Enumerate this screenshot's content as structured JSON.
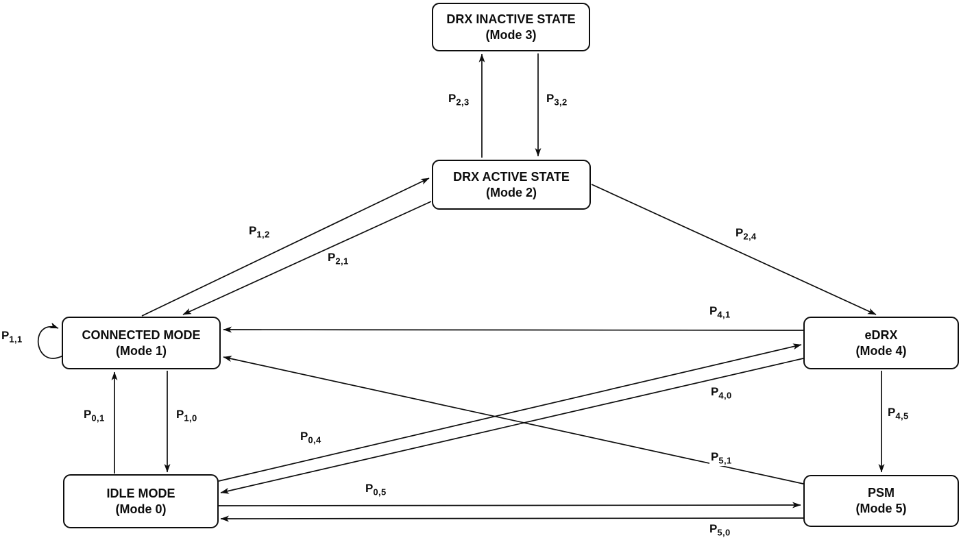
{
  "diagram_type": "state-transition-diagram",
  "colors": {
    "ink": "#0d0d0d",
    "background": "#ffffff"
  },
  "nodes": [
    {
      "title": "DRX INACTIVE STATE",
      "subtitle": "(Mode 3)"
    },
    {
      "title": "DRX ACTIVE STATE",
      "subtitle": "(Mode 2)"
    },
    {
      "title": "CONNECTED MODE",
      "subtitle": "(Mode 1)"
    },
    {
      "title": "eDRX",
      "subtitle": "(Mode 4)"
    },
    {
      "title": "IDLE MODE",
      "subtitle": "(Mode 0)"
    },
    {
      "title": "PSM",
      "subtitle": "(Mode 5)"
    }
  ],
  "edges": [
    {
      "label_main": "P",
      "label_sub": "2,3",
      "from": "Mode 2",
      "to": "Mode 3"
    },
    {
      "label_main": "P",
      "label_sub": "3,2",
      "from": "Mode 3",
      "to": "Mode 2"
    },
    {
      "label_main": "P",
      "label_sub": "1,2",
      "from": "Mode 1",
      "to": "Mode 2"
    },
    {
      "label_main": "P",
      "label_sub": "2,1",
      "from": "Mode 2",
      "to": "Mode 1"
    },
    {
      "label_main": "P",
      "label_sub": "2,4",
      "from": "Mode 2",
      "to": "Mode 4"
    },
    {
      "label_main": "P",
      "label_sub": "4,1",
      "from": "Mode 4",
      "to": "Mode 1"
    },
    {
      "label_main": "P",
      "label_sub": "1,1",
      "from": "Mode 1",
      "to": "Mode 1"
    },
    {
      "label_main": "P",
      "label_sub": "0,1",
      "from": "Mode 0",
      "to": "Mode 1"
    },
    {
      "label_main": "P",
      "label_sub": "1,0",
      "from": "Mode 1",
      "to": "Mode 0"
    },
    {
      "label_main": "P",
      "label_sub": "0,4",
      "from": "Mode 0",
      "to": "Mode 4"
    },
    {
      "label_main": "P",
      "label_sub": "4,0",
      "from": "Mode 4",
      "to": "Mode 0"
    },
    {
      "label_main": "P",
      "label_sub": "5,1",
      "from": "Mode 5",
      "to": "Mode 1"
    },
    {
      "label_main": "P",
      "label_sub": "0,5",
      "from": "Mode 0",
      "to": "Mode 5"
    },
    {
      "label_main": "P",
      "label_sub": "4,5",
      "from": "Mode 4",
      "to": "Mode 5"
    },
    {
      "label_main": "P",
      "label_sub": "5,0",
      "from": "Mode 5",
      "to": "Mode 0"
    }
  ]
}
